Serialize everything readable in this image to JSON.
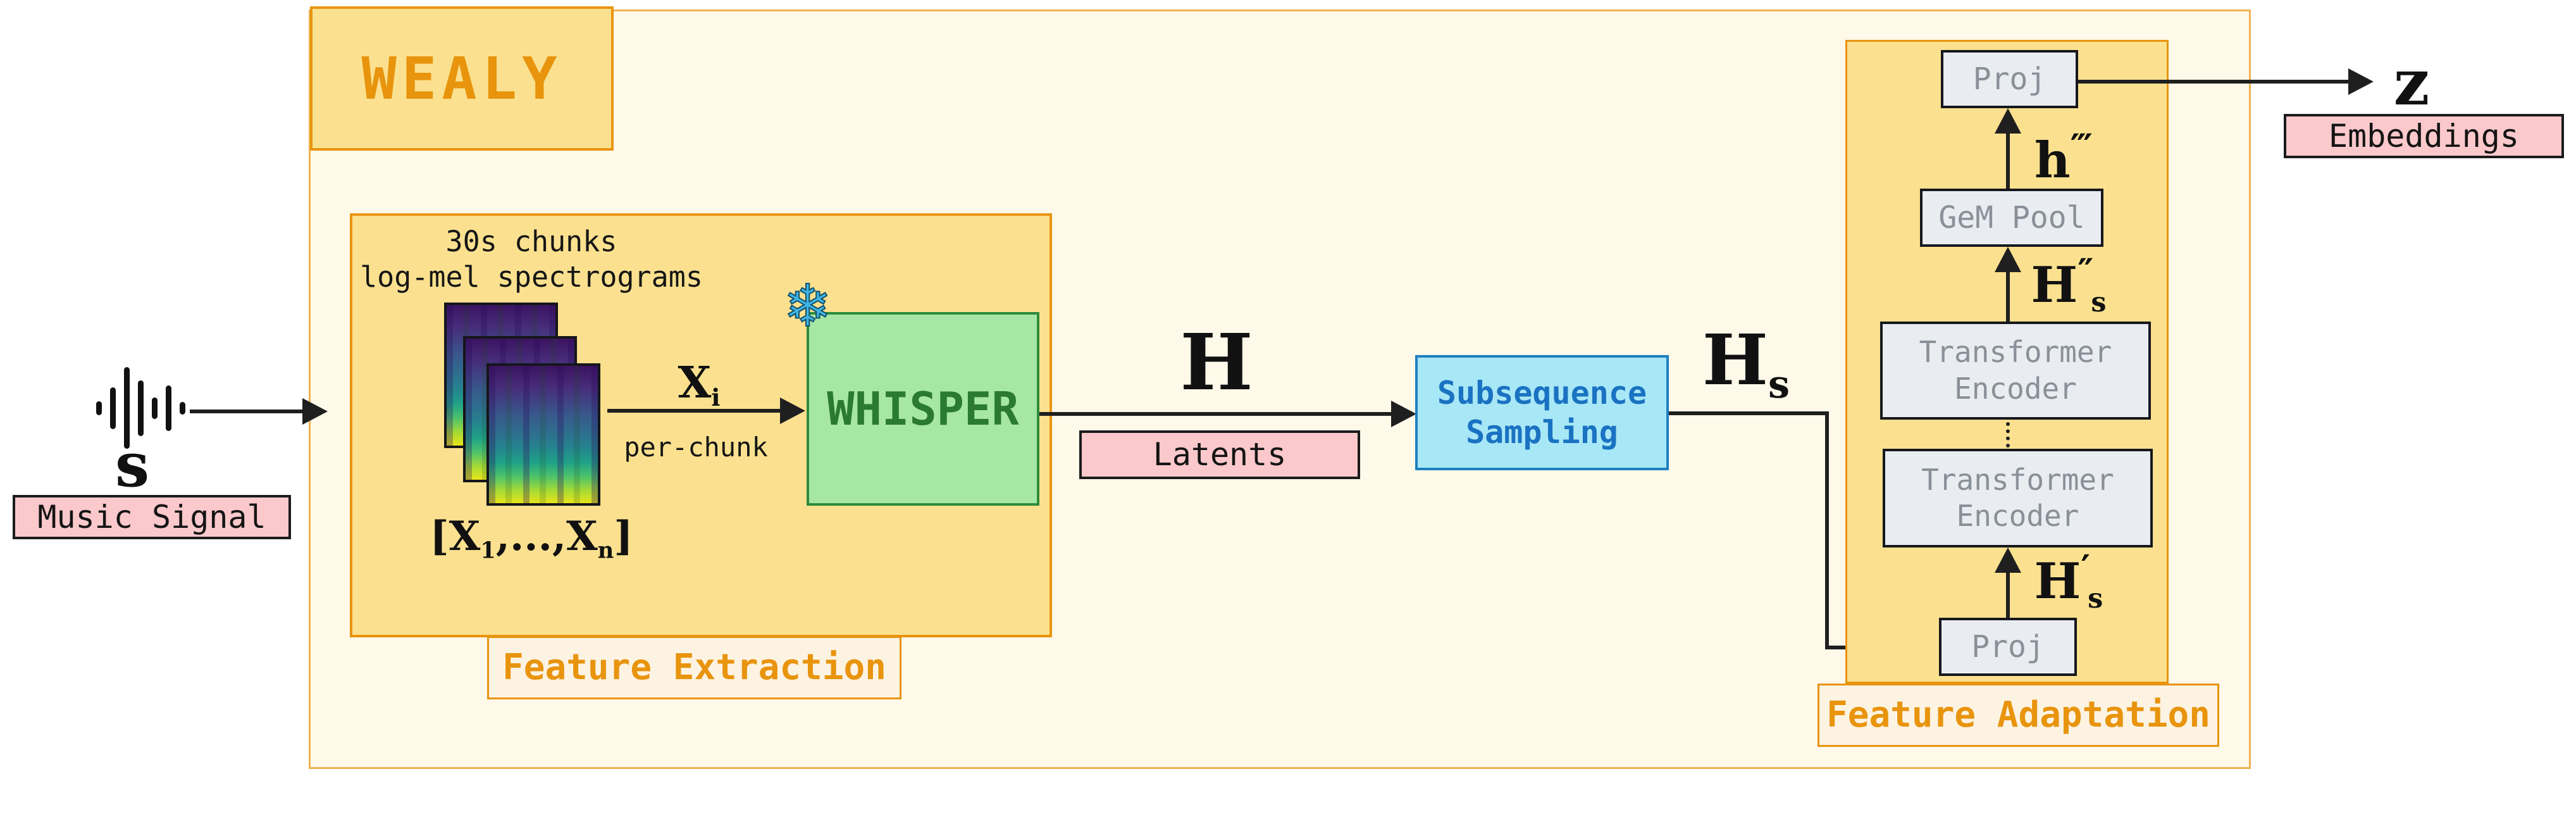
{
  "colors": {
    "accent_orange": "#E8940F",
    "panel_yellow": "#FBE18F",
    "outer_cream": "#FEF9E9",
    "green_fill": "#A6E7A6",
    "green_border": "#2E8B3C",
    "cyan_fill": "#A8E7F5",
    "cyan_border": "#1E7FC0",
    "pink_fill": "#FBC9CB",
    "gray_fill": "#E9ECF0",
    "gray_text": "#8A9099",
    "ink": "#1F1F1F"
  },
  "title": {
    "label": "WEALY"
  },
  "input": {
    "symbol": "s",
    "label": "Music Signal"
  },
  "output": {
    "symbol": "z",
    "label": "Embeddings"
  },
  "feature_extraction": {
    "label": "Feature Extraction",
    "note_line1": "30s chunks",
    "note_line2": "log-mel spectrograms",
    "chunk_list": {
      "open": "[X",
      "sub_first": "1",
      "middle": ",...,X",
      "sub_last": "n",
      "close": "]"
    },
    "per_chunk_symbol": {
      "base": "X",
      "sub": "i"
    },
    "per_chunk_caption": "per-chunk",
    "encoder": {
      "name": "WHISPER",
      "frozen_icon": "❄"
    }
  },
  "latents": {
    "symbol": "H",
    "label": "Latents"
  },
  "subsequence_sampling": {
    "line1": "Subsequence",
    "line2": "Sampling"
  },
  "sampled_latents": {
    "base": "H",
    "sub": "s"
  },
  "feature_adaptation": {
    "label": "Feature Adaptation",
    "proj_top": "Proj",
    "proj_bottom": "Proj",
    "gem_pool": "GeM Pool",
    "transformer_top": {
      "line1": "Transformer",
      "line2": "Encoder"
    },
    "transformer_bottom": {
      "line1": "Transformer",
      "line2": "Encoder"
    },
    "h_out": {
      "base": "h",
      "primes": "‴"
    },
    "h_double": {
      "base": "H",
      "primes": "″",
      "sub": "s"
    },
    "h_single": {
      "base": "H",
      "primes": "′",
      "sub": "s"
    }
  }
}
